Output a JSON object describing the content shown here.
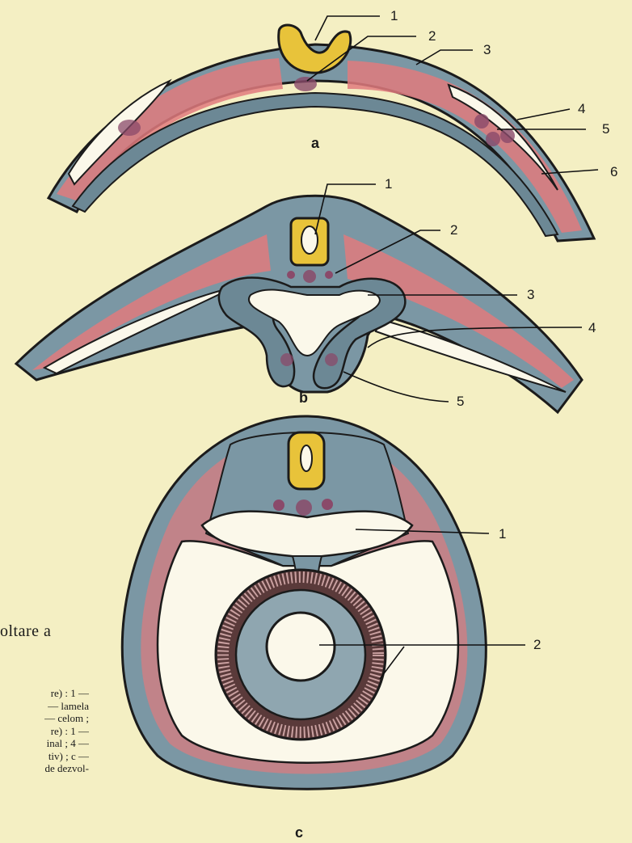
{
  "panels": [
    {
      "letter": "a",
      "labels": [
        "1",
        "2",
        "3",
        "4",
        "5",
        "6"
      ]
    },
    {
      "letter": "b",
      "labels": [
        "1",
        "2",
        "3",
        "4",
        "5"
      ]
    },
    {
      "letter": "c",
      "labels": [
        "1",
        "2"
      ]
    }
  ],
  "caption": {
    "heading": "oltare a",
    "lines": [
      "re) : 1 —",
      "— lamela",
      "— celom ;",
      "re) : 1 —",
      "inal ; 4 —",
      "tiv) ; c —",
      "de dezvol-"
    ]
  },
  "colors": {
    "background": "#f4efc3",
    "tissue_blue": "#7b97a4",
    "mesoderm_pink": "#e07a7e",
    "neural_yellow": "#e8c33a",
    "vessel_purple": "#8a4a6a",
    "outline": "#1b1b1b"
  }
}
